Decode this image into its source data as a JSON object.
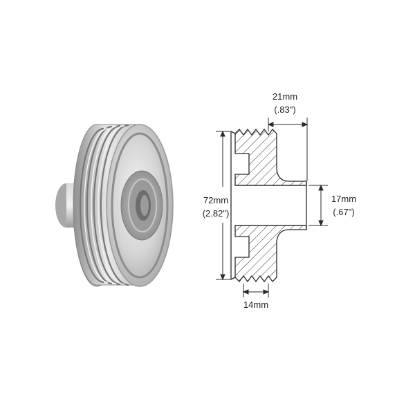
{
  "diagram": {
    "labels": {
      "flange_width": {
        "metric": "21mm",
        "imperial": "(.83\")"
      },
      "outer_diameter": {
        "metric": "72mm",
        "imperial": "(2.82\")"
      },
      "bore_diameter": {
        "metric": "17mm",
        "imperial": "(.67\")"
      },
      "groove_width": {
        "metric": "14mm"
      }
    }
  },
  "colors": {
    "metal_light": "#e6e6e6",
    "metal_mid": "#b5b5b5",
    "metal_dark": "#7a7a7a",
    "line": "#2a2a2a",
    "background": "#ffffff"
  }
}
